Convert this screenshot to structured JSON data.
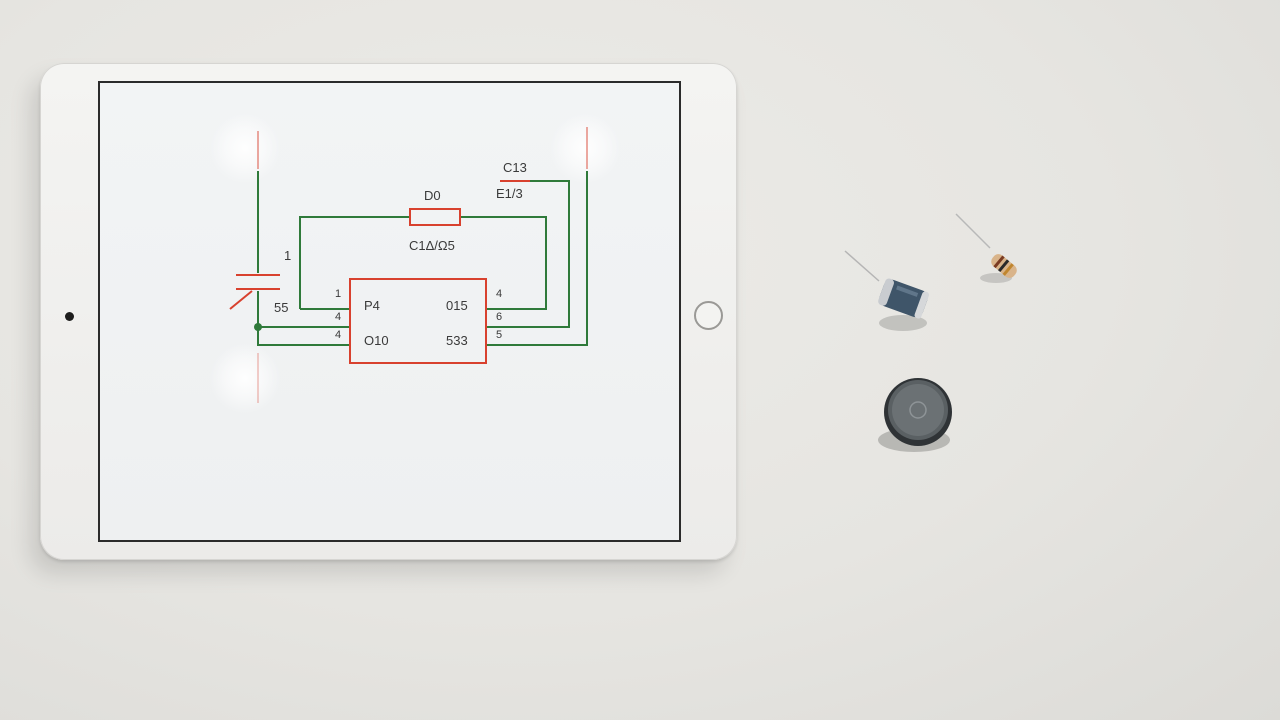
{
  "schematic": {
    "label_top_right": "C13",
    "label_top_right_2": "E1/3",
    "label_resistor": "D0",
    "label_resistor_value": "C1Δ/Ω5",
    "label_cap": "1",
    "label_cap_2": "55",
    "ic": {
      "pin_left_top": "P4",
      "pin_left_bottom": "O10",
      "pin_right_top": "015",
      "pin_right_bottom": "533",
      "pin_num_left_top": "1",
      "pin_num_left_mid": "4",
      "pin_num_left_bot": "4",
      "pin_num_right_top": "4",
      "pin_num_right_mid": "6",
      "pin_num_right_bot": "5"
    }
  },
  "colors": {
    "wire": "#2f7a3a",
    "component": "#d8412e"
  }
}
